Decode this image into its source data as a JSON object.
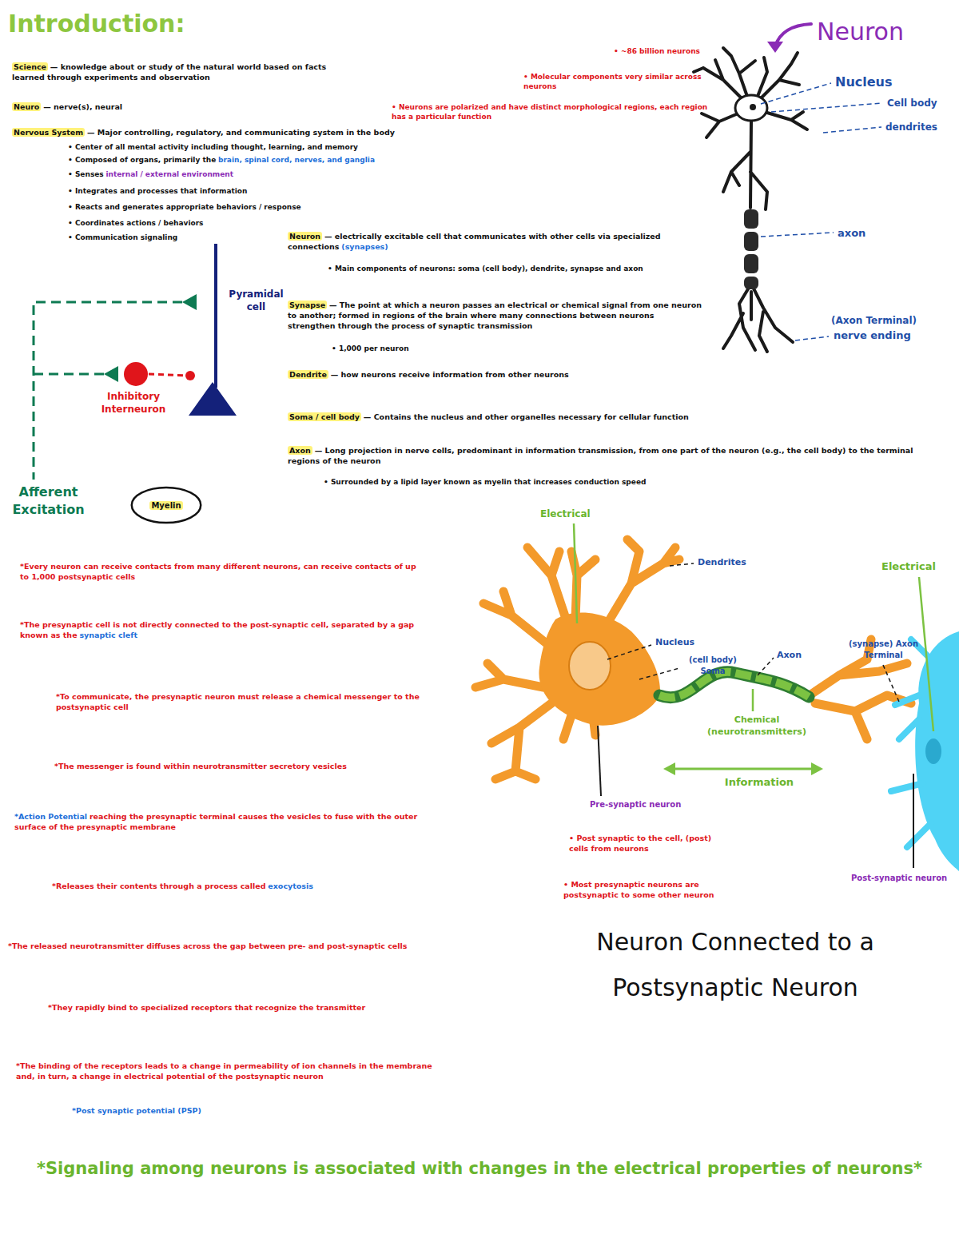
{
  "diagram": {
    "title": "Introduction:",
    "caption": "Neuron Connected to a Postsynaptic Neuron",
    "nodes": [
      {
        "text": [
          "Myelin"
        ]
      }
    ],
    "labels": [
      "Science",
      "— knowledge about or study of the natural world based on facts learned through experiments and observation",
      "Neuro",
      "— nerve(s), neural",
      "Nervous System",
      "— Major controlling, regulatory, and communicating system in the body",
      "• Center of all mental activity including thought, learning, and memory",
      "• Composed of organs, primarily the",
      "brain, spinal cord, nerves, and ganglia",
      "• Senses",
      "internal / external environment",
      "• Integrates and processes that information",
      "• Reacts and generates appropriate behaviors / response",
      "• Coordinates actions / behaviors",
      "• Communication signaling",
      "Neuron",
      "— electrically excitable cell that communicates with other cells via specialized connections",
      "(synapses)",
      "• Main components of neurons: soma (cell body), dendrite, synapse and axon",
      "Synapse",
      "— The point at which a neuron passes an electrical or chemical signal from one neuron to another; formed in regions of the brain where many connections between neurons strengthen through the process of synaptic transmission",
      "• 1,000 per neuron",
      "Dendrite",
      "— how neurons receive information from other neurons",
      "Soma / cell body",
      "— Contains the nucleus and other organelles necessary for cellular function",
      "Axon",
      "— Long projection in nerve cells, predominant in information transmission, from one part of the neuron (e.g., the cell body) to the terminal regions of the neuron",
      "• Surrounded by a lipid layer known as myelin that increases conduction speed",
      "• ~86 billion neurons",
      "• Molecular components very similar across neurons",
      "• Neurons are polarized and have distinct morphological regions, each region has a particular function",
      "Neuron",
      "Nucleus",
      "Cell body",
      "dendrites",
      "axon",
      "(Axon Terminal)",
      "nerve ending",
      "Pyramidal cell",
      "Inhibitory Interneuron",
      "Afferent Excitation",
      "*Every neuron can receive contacts from many different neurons, can receive contacts of up to 1,000 postsynaptic cells",
      "*The presynaptic cell is not directly connected to the post-synaptic cell, separated by a gap known as the",
      "synaptic cleft",
      "*To communicate, the presynaptic neuron must release a chemical messenger to the postsynaptic cell",
      "*The messenger is found within neurotransmitter secretory vesicles",
      "*Action Potential",
      "reaching the presynaptic terminal causes the vesicles to fuse with the outer surface of the presynaptic membrane",
      "*Releases their contents through a process called",
      "exocytosis",
      "*The released neurotransmitter diffuses across the gap between pre- and post-synaptic cells",
      "*They rapidly bind to specialized receptors that recognize the transmitter",
      "*The binding of the receptors leads to a change in permeability of ion channels in the membrane and, in turn, a change in electrical potential of the postsynaptic neuron",
      "*Post synaptic potential (PSP)",
      "Electrical",
      "Dendrites",
      "Nucleus",
      "(cell body) Soma",
      "Axon",
      "Electrical",
      "(synapse) Axon Terminal",
      "Chemical (neurotransmitters)",
      "Information",
      "Pre-synaptic neuron",
      "Post-synaptic neuron",
      "• Post synaptic to the cell, (post) cells from neurons",
      "• Most presynaptic neurons are postsynaptic to some other neuron",
      "*Signaling among neurons is associated with changes in the electrical properties of neurons*"
    ]
  }
}
